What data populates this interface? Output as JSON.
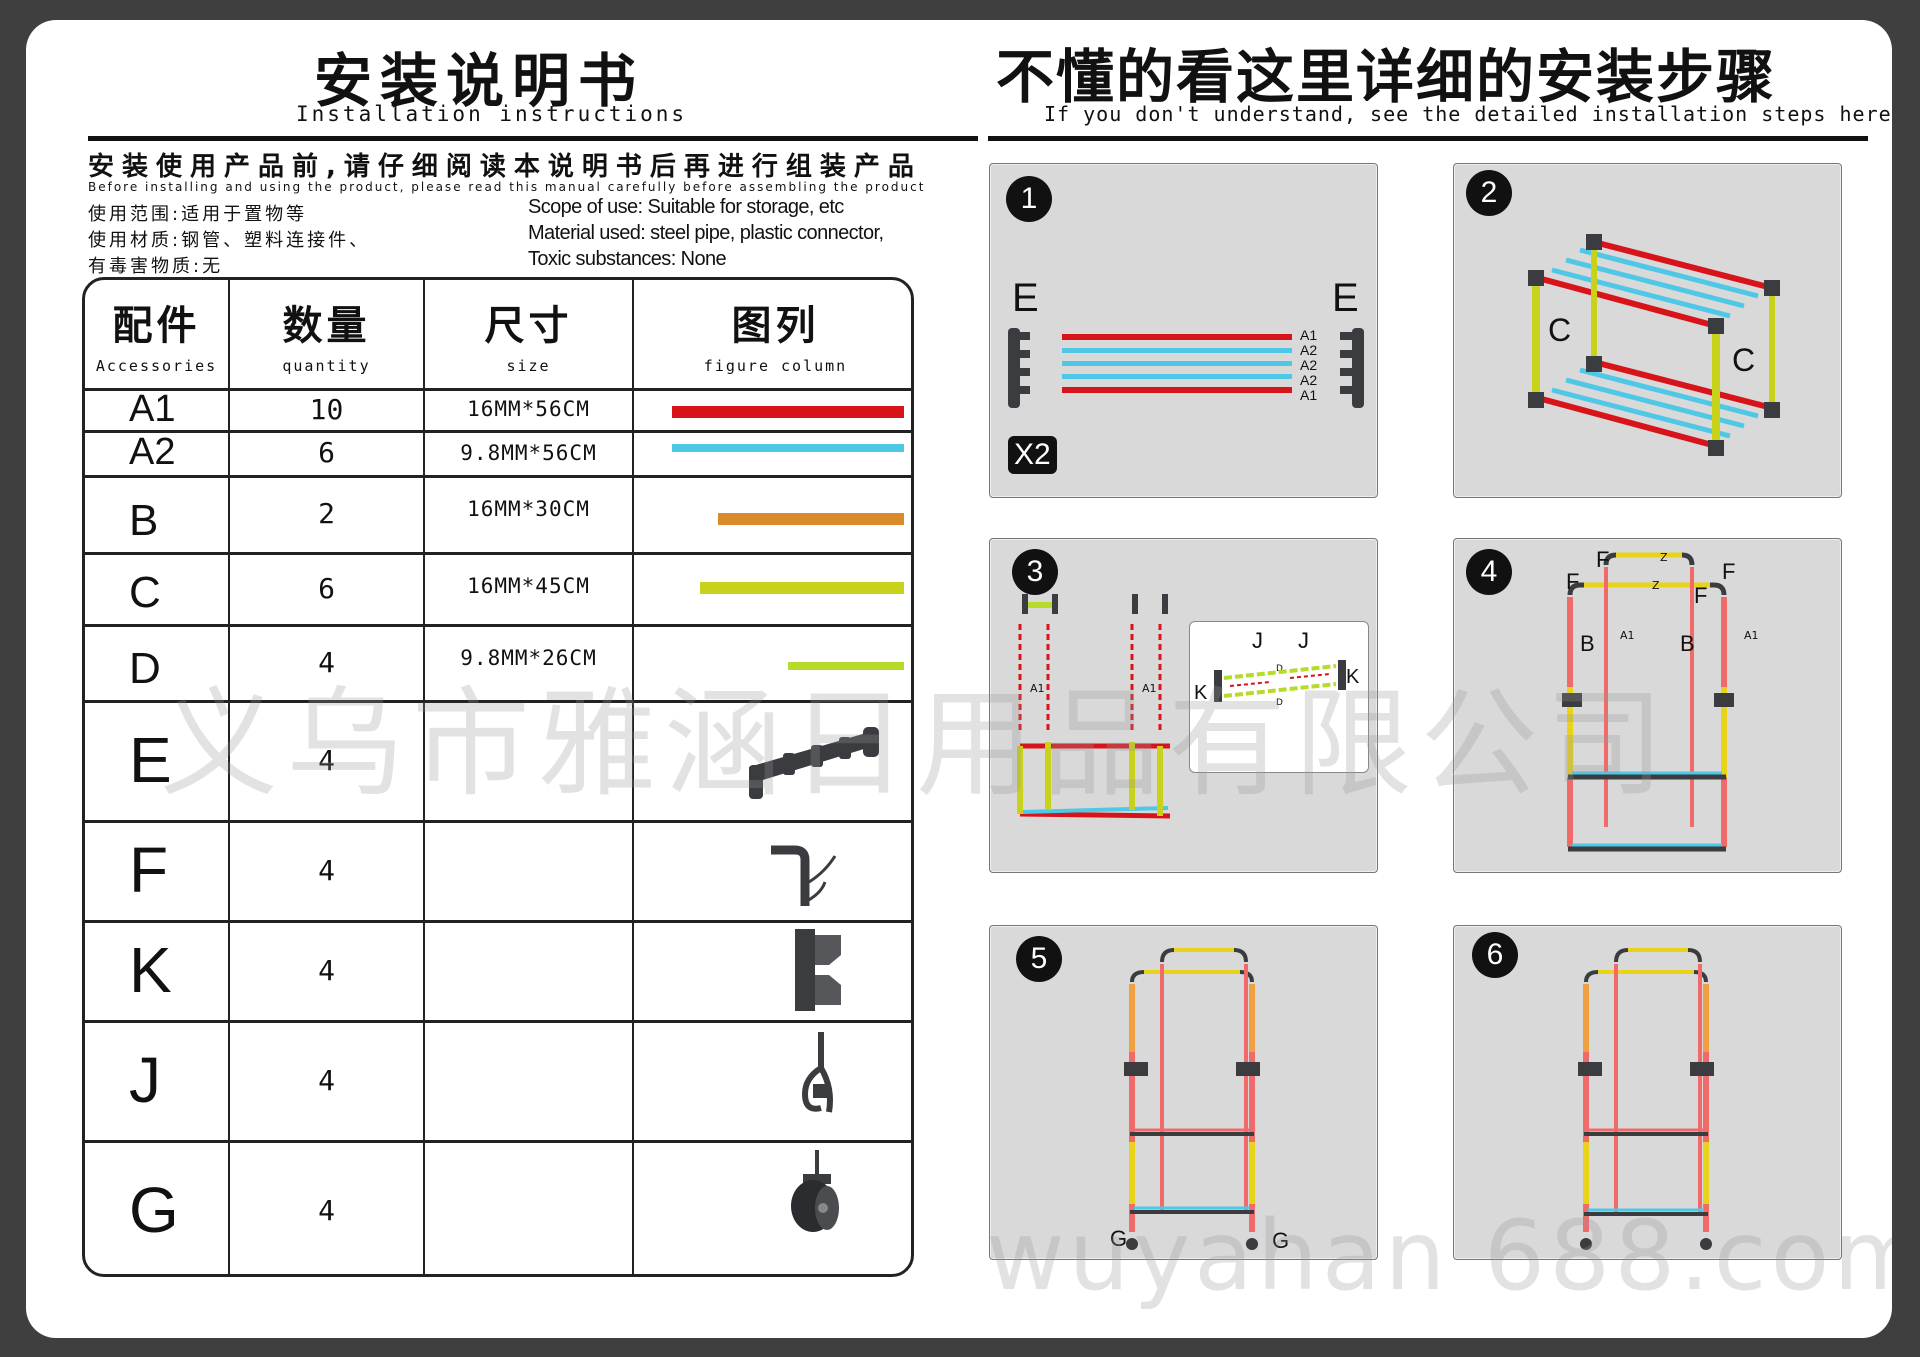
{
  "header_left": {
    "title_cn": "安装说明书",
    "title_en": "Installation instructions"
  },
  "header_right": {
    "title_cn": "不懂的看这里详细的安装步骤",
    "title_en": "If you don't understand, see the detailed installation steps here"
  },
  "intro": {
    "cn": "安装使用产品前,请仔细阅读本说明书后再进行组装产品",
    "en": "Before installing and using the product, please read this manual carefully before assembling the product",
    "scope_cn": "使用范围:适用于置物等",
    "material_cn": "使用材质:钢管、塑料连接件、",
    "toxic_cn": "有毒害物质:无",
    "scope_en": "Scope of use: Suitable for storage, etc",
    "material_en": "Material used: steel pipe, plastic connector,",
    "toxic_en": "Toxic substances: None"
  },
  "table": {
    "headers": [
      {
        "cn": "配件",
        "en": "Accessories"
      },
      {
        "cn": "数量",
        "en": "quantity"
      },
      {
        "cn": "尺寸",
        "en": "size"
      },
      {
        "cn": "图列",
        "en": "figure column"
      }
    ],
    "rows": [
      {
        "part": "A1",
        "qty": "10",
        "size": "16MM*56CM",
        "color": "#d7141a",
        "fill": 1.0
      },
      {
        "part": "A2",
        "qty": "6",
        "size": "9.8MM*56CM",
        "color": "#4ec8e6",
        "fill": 1.0
      },
      {
        "part": "B",
        "qty": "2",
        "size": "16MM*30CM",
        "color": "#d98a2b",
        "fill": 0.8
      },
      {
        "part": "C",
        "qty": "6",
        "size": "16MM*45CM",
        "color": "#c8d21a",
        "fill": 0.88
      },
      {
        "part": "D",
        "qty": "4",
        "size": "9.8MM*26CM",
        "color": "#b7db2a",
        "fill": 0.5
      },
      {
        "part": "E",
        "qty": "4",
        "size": ""
      },
      {
        "part": "F",
        "qty": "4",
        "size": ""
      },
      {
        "part": "K",
        "qty": "4",
        "size": ""
      },
      {
        "part": "J",
        "qty": "4",
        "size": ""
      },
      {
        "part": "G",
        "qty": "4",
        "size": ""
      }
    ]
  },
  "steps": {
    "s1": {
      "num": "1",
      "left_label": "E",
      "right_label": "E",
      "tube_labels": [
        "A1",
        "A2",
        "A2",
        "A2",
        "A1"
      ],
      "multiplier": "X2"
    },
    "s2": {
      "num": "2",
      "left_label": "C",
      "right_label": "C"
    },
    "s3": {
      "num": "3",
      "j1": "J",
      "j2": "J",
      "k1": "K",
      "k2": "K",
      "d1": "D",
      "d2": "D",
      "a1": "A1",
      "a2": "A1"
    },
    "s4": {
      "num": "4",
      "f1": "F",
      "f2": "F",
      "f3": "F",
      "f4": "F",
      "z1": "Z",
      "z2": "Z",
      "b1": "B",
      "b2": "B",
      "a1": "A1",
      "a2": "A1"
    },
    "s5": {
      "num": "5",
      "g1": "G",
      "g2": "G"
    },
    "s6": {
      "num": "6"
    }
  },
  "watermark": {
    "company": "义乌市雅涵日用品有限公司",
    "site": "wuyahan 688.com"
  }
}
